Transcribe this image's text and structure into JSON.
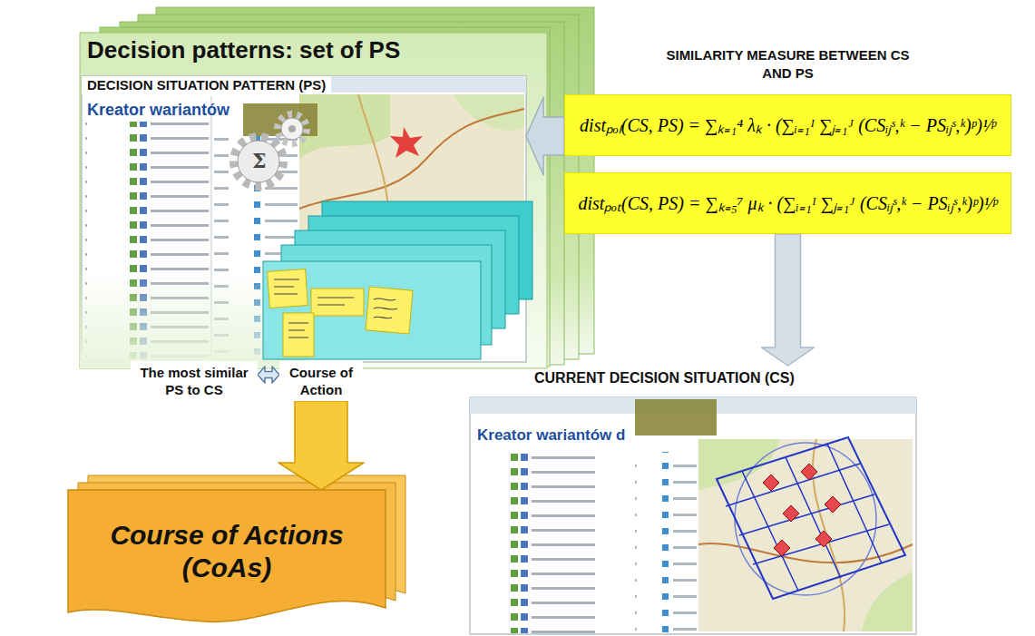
{
  "diagram": {
    "nodes": [
      {
        "text": [
          "Decision patterns: set of PS"
        ]
      },
      {
        "text": [
          "DECISION SITUATION PATTERN (PS)",
          "Kreator wariantów"
        ],
        "in": 0
      },
      {
        "text": [
          "SIMILARITY MEASURE BETWEEN CS AND PS",
          "distₚₒₗ(CS, PS) = ∑ₖ₌₁⁴ λₖ · (∑ᵢ₌₁ᴵ ∑ⱼ₌₁ᴶ (CSᵢⱼˢ,ᵏ − PSᵢⱼˢ,ᵏ)ᵖ)¹⁄ᵖ"
        ]
      },
      {
        "text": [
          "distₚₒₜ(CS, PS) = ∑ₖ₌₅⁷ μₖ · (∑ᵢ₌₁ᴵ ∑ⱼ₌₁ᴶ (CSᵢⱼˢ,ᵏ − PSᵢⱼˢ,ᵏ)ᵖ)¹⁄ᵖ"
        ]
      },
      {
        "text": [
          "The most similar PS to CS"
        ]
      },
      {
        "text": [
          "Course of Action"
        ]
      },
      {
        "text": [
          "Course of Actions (CoAs)"
        ]
      },
      {
        "text": [
          "CURRENT DECISION SITUATION (CS)",
          "Kreator wariantów d"
        ]
      }
    ],
    "edges": [
      {
        "from": 4,
        "to": 5,
        "arrow": "both"
      },
      {
        "from": 5,
        "to": 6,
        "arrow": "to"
      },
      {
        "from": 2,
        "to": 1,
        "arrow": "to"
      },
      {
        "from": 3,
        "to": 7,
        "arrow": "to"
      }
    ],
    "labels": [
      "Σ"
    ]
  }
}
